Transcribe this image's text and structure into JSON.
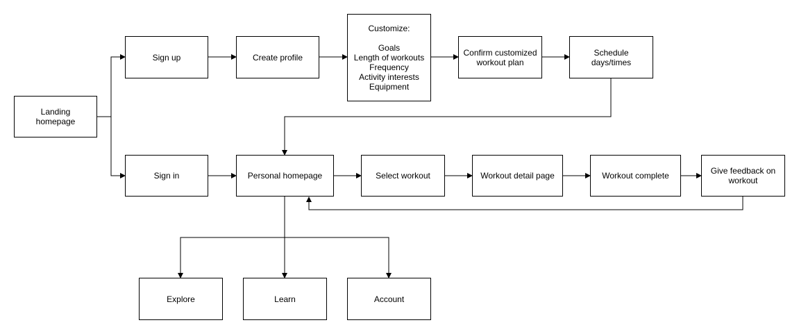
{
  "nodes": {
    "landing": "Landing\nhomepage",
    "sign_up": "Sign up",
    "create_profile": "Create profile",
    "customize": "Customize:\n\nGoals\nLength of workouts\nFrequency\nActivity interests\nEquipment",
    "confirm_plan": "Confirm customized\nworkout plan",
    "schedule": "Schedule\ndays/times",
    "sign_in": "Sign in",
    "personal_homepage": "Personal homepage",
    "select_workout": "Select workout",
    "workout_detail": "Workout detail page",
    "workout_complete": "Workout complete",
    "give_feedback": "Give feedback on\nworkout",
    "explore": "Explore",
    "learn": "Learn",
    "account": "Account"
  },
  "colors": {
    "line": "#000000",
    "box_fill": "#ffffff"
  }
}
